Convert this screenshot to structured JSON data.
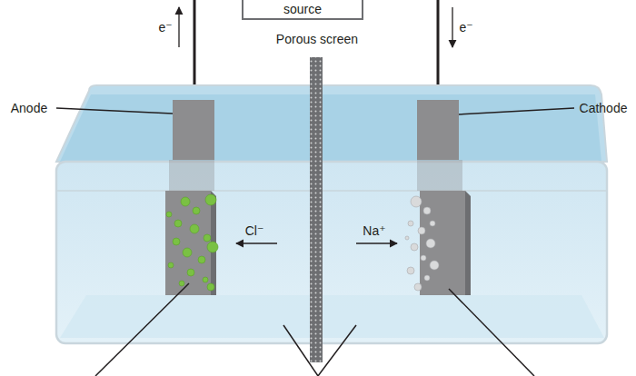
{
  "diagram": {
    "nodes": [
      {
        "text": [
          "source"
        ]
      }
    ],
    "labels": [
      "e⁻",
      "e⁻",
      "Porous screen",
      "Anode",
      "Cathode",
      "Cl⁻",
      "Na⁺"
    ]
  }
}
